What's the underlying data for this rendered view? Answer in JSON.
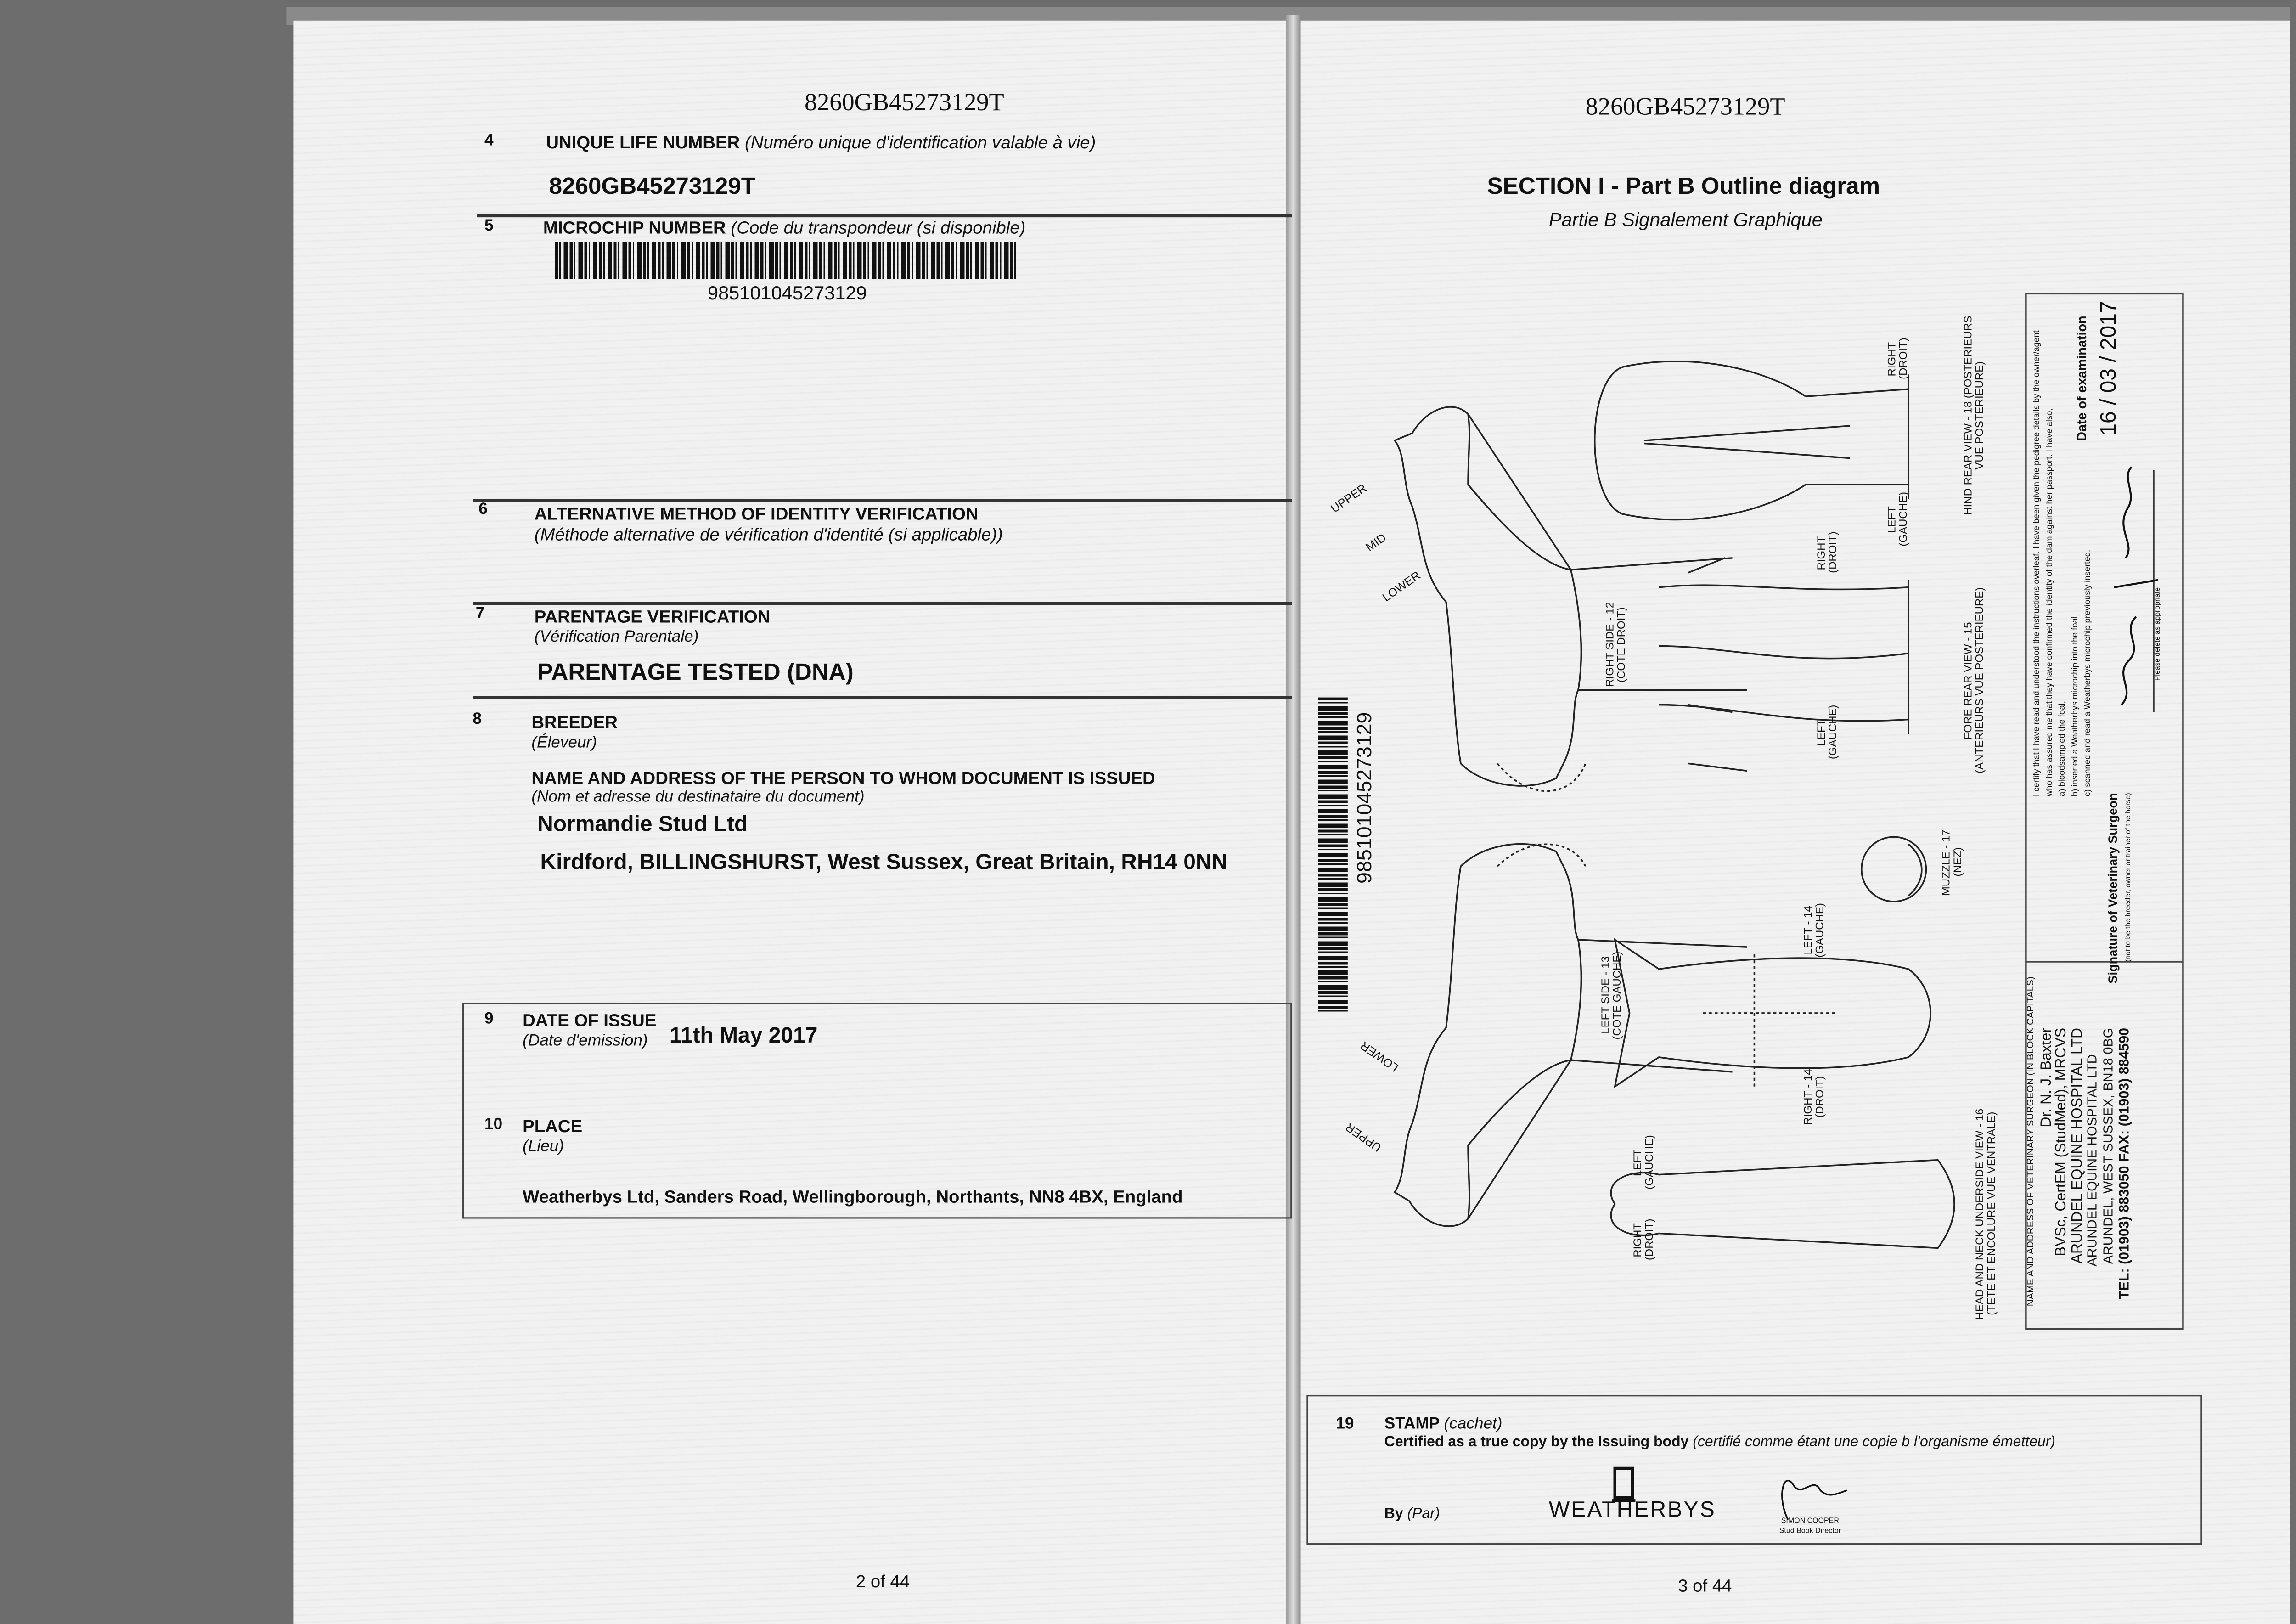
{
  "left_page": {
    "header_id": "8260GB45273129T",
    "item4": {
      "num": "4",
      "label": "UNIQUE LIFE NUMBER",
      "label_fr": "(Numéro unique d'identification valable à vie)",
      "value": "8260GB45273129T"
    },
    "item5": {
      "num": "5",
      "label": "MICROCHIP NUMBER",
      "label_fr": "(Code du transpondeur (si disponible)",
      "value": "985101045273129"
    },
    "item6": {
      "num": "6",
      "label": "ALTERNATIVE METHOD OF IDENTITY VERIFICATION",
      "label_fr": "(Méthode alternative de vérification d'identité (si applicable))"
    },
    "item7": {
      "num": "7",
      "label": "PARENTAGE VERIFICATION",
      "label_fr": "(Vérification Parentale)",
      "value": "PARENTAGE TESTED (DNA)"
    },
    "item8": {
      "num": "8",
      "label": "BREEDER",
      "label_fr": "(Éleveur)",
      "label2": "NAME AND ADDRESS OF THE PERSON TO WHOM DOCUMENT IS ISSUED",
      "label2_fr": "(Nom et adresse du destinataire du document)",
      "name": "Normandie Stud Ltd",
      "address": "Kirdford, BILLINGSHURST, West Sussex, Great Britain, RH14 0NN"
    },
    "item9": {
      "num": "9",
      "label": "DATE OF ISSUE",
      "label_fr": "(Date d'emission)",
      "value": "11th May 2017"
    },
    "item10": {
      "num": "10",
      "label": "PLACE",
      "label_fr": "(Lieu)",
      "value": "Weatherbys Ltd, Sanders Road, Wellingborough, Northants, NN8 4BX, England"
    },
    "page_number": "2 of 44"
  },
  "right_page": {
    "header_id": "8260GB45273129T",
    "title": "SECTION I - Part B Outline diagram",
    "subtitle": "Partie B Signalement Graphique",
    "vertical_barcode_number": "985101045273129",
    "diagram_labels": {
      "right_side": "RIGHT SIDE - 12",
      "right_side_fr": "(COTE DROIT)",
      "left_side": "LEFT SIDE - 13",
      "left_side_fr": "(COTE GAUCHE)",
      "hind_right": "RIGHT",
      "hind_right_fr": "(DROIT)",
      "hind_left": "LEFT",
      "hind_left_fr": "(GAUCHE)",
      "hind_view": "HIND REAR VIEW - 18 (POSTERIEURS",
      "hind_view_fr": "VUE POSTERIEURE)",
      "fore_right": "RIGHT",
      "fore_right_fr": "(DROIT)",
      "fore_left": "LEFT",
      "fore_left_fr": "(GAUCHE)",
      "fore_view": "FORE REAR VIEW - 15",
      "fore_view_fr": "(ANTERIEURS VUE POSTERIEURE)",
      "muzzle": "MUZZLE - 17",
      "muzzle_fr": "(NEZ)",
      "head_left": "LEFT - 14",
      "head_left_fr": "(GAUCHE)",
      "head_right": "RIGHT - 14",
      "head_right_fr": "(DROIT)",
      "under_left": "LEFT",
      "under_left_fr": "(GAUCHE)",
      "under_right": "RIGHT",
      "under_right_fr": "(DROIT)",
      "underside_view": "HEAD AND NECK UNDERSIDE VIEW - 16",
      "underside_view_fr": "(TETE ET ENCOLURE VUE VENTRALE)",
      "upper": "UPPER",
      "mid": "MID",
      "lower": "LOWER"
    },
    "vet": {
      "address_label": "NAME AND ADDRESS OF VETERINARY SURGEON (IN BLOCK CAPITALS)",
      "name": "Dr. N. J. Baxter",
      "qualifications": "BVSc, CertEM (StudMed), MRCVS",
      "practice1": "ARUNDEL EQUINE HOSPITAL LTD",
      "practice2": "ARUNDEL EQUINE HOSPITAL LTD",
      "town": "ARUNDEL, WEST SUSSEX, BN18 0BG",
      "phone": "TEL: (01903) 883050 FAX: (01903) 884590",
      "cert1": "I certify that I have read and understood the instructions overleaf. I have been given the pedigree details by the owner/agent",
      "cert2": "who has assured me that they have confirmed the identity of the dam against her passport. I have also,",
      "cert3": "a) bloodsampled the foal,",
      "cert4": "b) inserted a Weatherbys microchip into the foal,",
      "cert5": "c) scanned and read a Weatherbys microchip previously inserted.",
      "date_label": "Date of examination",
      "date": "16 / 03 / 2017",
      "signature_label": "Signature of Veterinary Surgeon",
      "signature_note": "(not to be the breeder, owner or trainer of the horse)",
      "signature": "Doelle / N Baxter",
      "delete_note": "Please delete as appropriate"
    },
    "stamp": {
      "num": "19",
      "label": "STAMP",
      "label_fr": "(cachet)",
      "certified": "Certified as a true copy by the Issuing body",
      "certified_fr": "(certifié comme étant une copie b l'organisme émetteur)",
      "by": "By",
      "by_fr": "(Par)",
      "logo": "WEATHERBYS",
      "signatory": "SIMON COOPER",
      "signatory_title": "Stud Book Director"
    },
    "page_number": "3 of 44"
  }
}
